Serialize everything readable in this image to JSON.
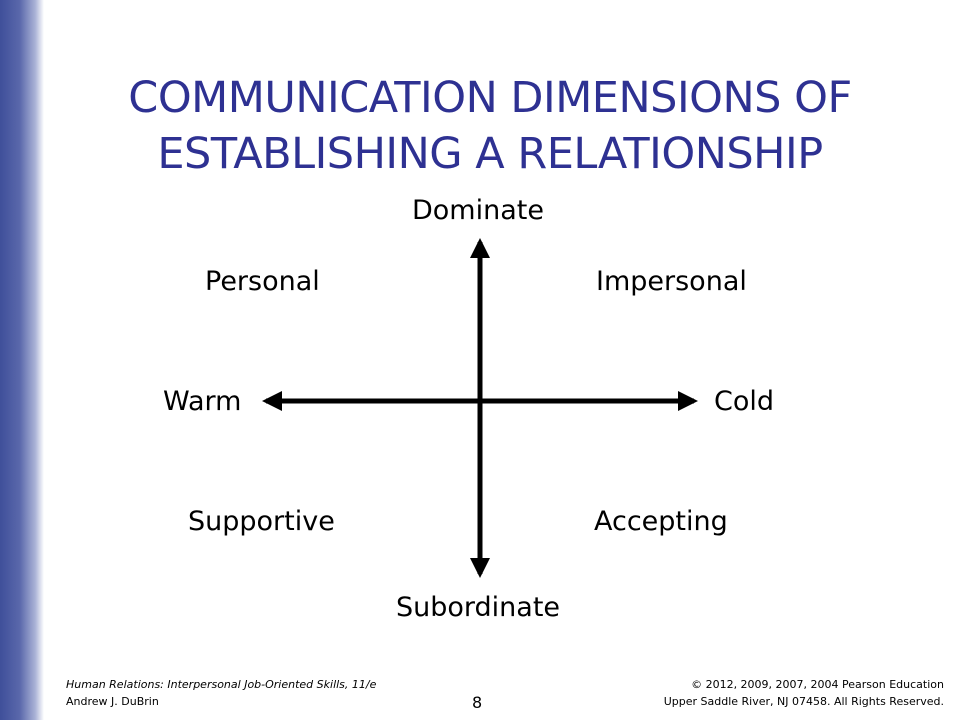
{
  "slide": {
    "title_line1": "COMMUNICATION DIMENSIONS OF",
    "title_line2": "ESTABLISHING A RELATIONSHIP"
  },
  "diagram": {
    "top": "Dominate",
    "bottom": "Subordinate",
    "left": "Warm",
    "right": "Cold",
    "upper_left": "Personal",
    "upper_right": "Impersonal",
    "lower_left": "Supportive",
    "lower_right": "Accepting"
  },
  "footer": {
    "book_title": "Human Relations: Interpersonal Job-Oriented Skills, 11/e",
    "author": "Andrew J. DuBrin",
    "page_number": "8",
    "copyright": "© 2012, 2009, 2007, 2004 Pearson Education",
    "rights": "Upper Saddle River, NJ 07458. All Rights Reserved."
  },
  "colors": {
    "title": "#2e3192",
    "band": "#3f4f9a",
    "axis": "#000000"
  }
}
